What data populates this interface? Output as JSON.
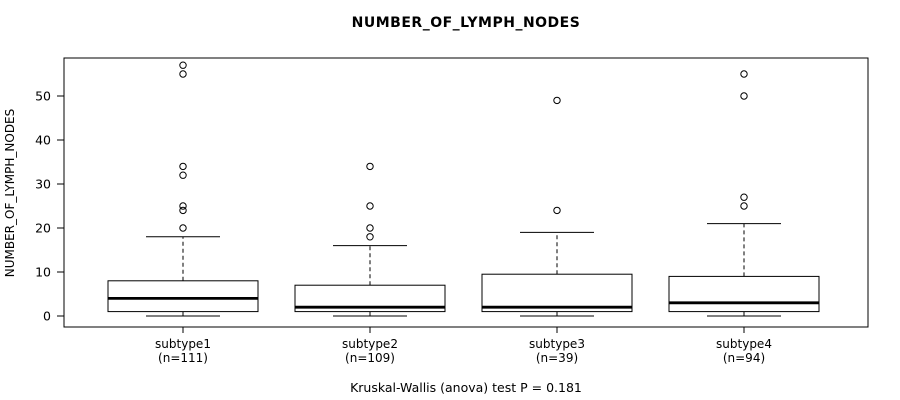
{
  "title": "NUMBER_OF_LYMPH_NODES",
  "ylabel": "NUMBER_OF_LYMPH_NODES",
  "footer": "Kruskal-Wallis (anova) test P = 0.181",
  "colors": {
    "foreground": "#000000",
    "background": "#ffffff"
  },
  "chart_data": {
    "type": "boxplot",
    "title": "NUMBER_OF_LYMPH_NODES",
    "ylabel": "NUMBER_OF_LYMPH_NODES",
    "categories": [
      "subtype1",
      "subtype2",
      "subtype3",
      "subtype4"
    ],
    "category_sublabels": [
      "(n=111)",
      "(n=109)",
      "(n=39)",
      "(n=94)"
    ],
    "counts": [
      111,
      109,
      39,
      94
    ],
    "y_ticks": [
      0,
      10,
      20,
      30,
      40,
      50
    ],
    "ylim": [
      0,
      58.5
    ],
    "grid": false,
    "annotation": "Kruskal-Wallis (anova) test P = 0.181",
    "series": [
      {
        "name": "subtype1",
        "n": 111,
        "low": 0,
        "q1": 1,
        "median": 4,
        "q3": 8,
        "high": 18,
        "outliers": [
          20,
          24,
          25,
          32,
          34,
          55,
          57
        ]
      },
      {
        "name": "subtype2",
        "n": 109,
        "low": 0,
        "q1": 1,
        "median": 2,
        "q3": 7,
        "high": 16,
        "outliers": [
          18,
          20,
          25,
          34
        ]
      },
      {
        "name": "subtype3",
        "n": 39,
        "low": 0,
        "q1": 1,
        "median": 2,
        "q3": 9.5,
        "high": 19,
        "outliers": [
          24,
          49
        ]
      },
      {
        "name": "subtype4",
        "n": 94,
        "low": 0,
        "q1": 1,
        "median": 3,
        "q3": 9,
        "high": 21,
        "outliers": [
          25,
          27,
          50,
          55
        ]
      }
    ]
  }
}
